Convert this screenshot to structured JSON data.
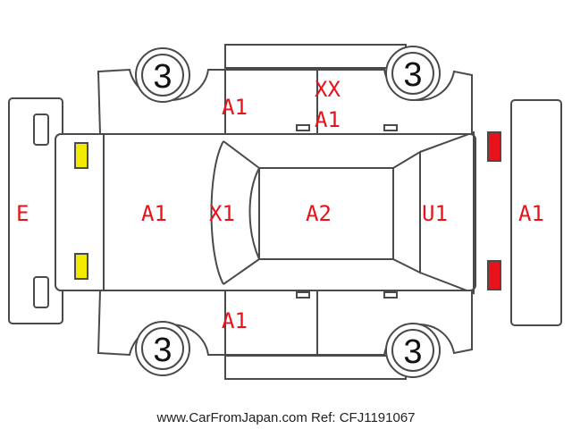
{
  "diagram": {
    "labels": {
      "front_bumper": "E",
      "hood": "A1",
      "windshield": "X1",
      "roof": "A2",
      "rear_window": "U1",
      "rear_bumper": "A1",
      "top_front_door": "A1",
      "top_rear_door_1": "XX",
      "top_rear_door_2": "A1",
      "bottom_front_door": "A1"
    },
    "tires": {
      "top_left": "3",
      "top_right": "3",
      "bottom_left": "3",
      "bottom_right": "3"
    },
    "colors": {
      "marking": "#e8131a",
      "front_lights": "#f2ea00",
      "rear_lights": "#e8131a",
      "outline": "#4a4a4a"
    }
  },
  "footer": {
    "text": "www.CarFromJapan.com Ref: CFJ1191067"
  }
}
